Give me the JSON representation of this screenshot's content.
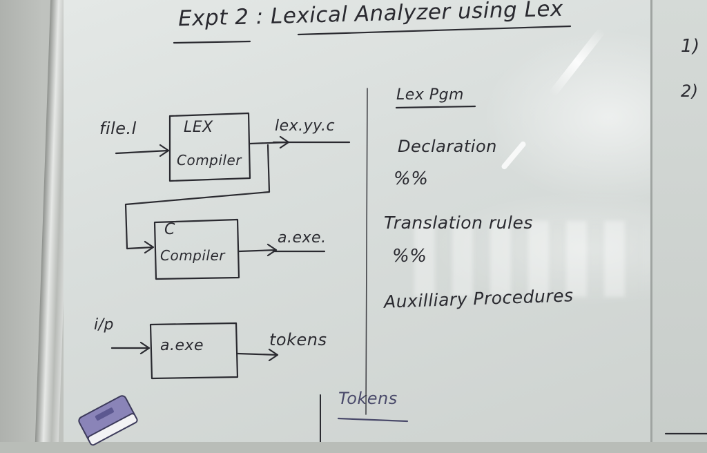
{
  "title": "Expt 2 : Lexical Analyzer using Lex",
  "flow": {
    "input_file": "file.l",
    "lex_compiler": [
      "LEX",
      "Compiler"
    ],
    "lex_output": "lex.yy.c",
    "c_compiler": [
      "C",
      "Compiler"
    ],
    "c_output": "a.exe.",
    "run_input": "i/p",
    "run_box": "a.exe",
    "run_output": "tokens"
  },
  "lex_program": {
    "heading": "Lex Pgm",
    "items": [
      "Declaration",
      "%%",
      "Translation rules",
      "%%",
      "Auxilliary Procedures"
    ]
  },
  "bottom_heading": "Tokens",
  "side_marks": [
    "1)",
    "2)"
  ]
}
